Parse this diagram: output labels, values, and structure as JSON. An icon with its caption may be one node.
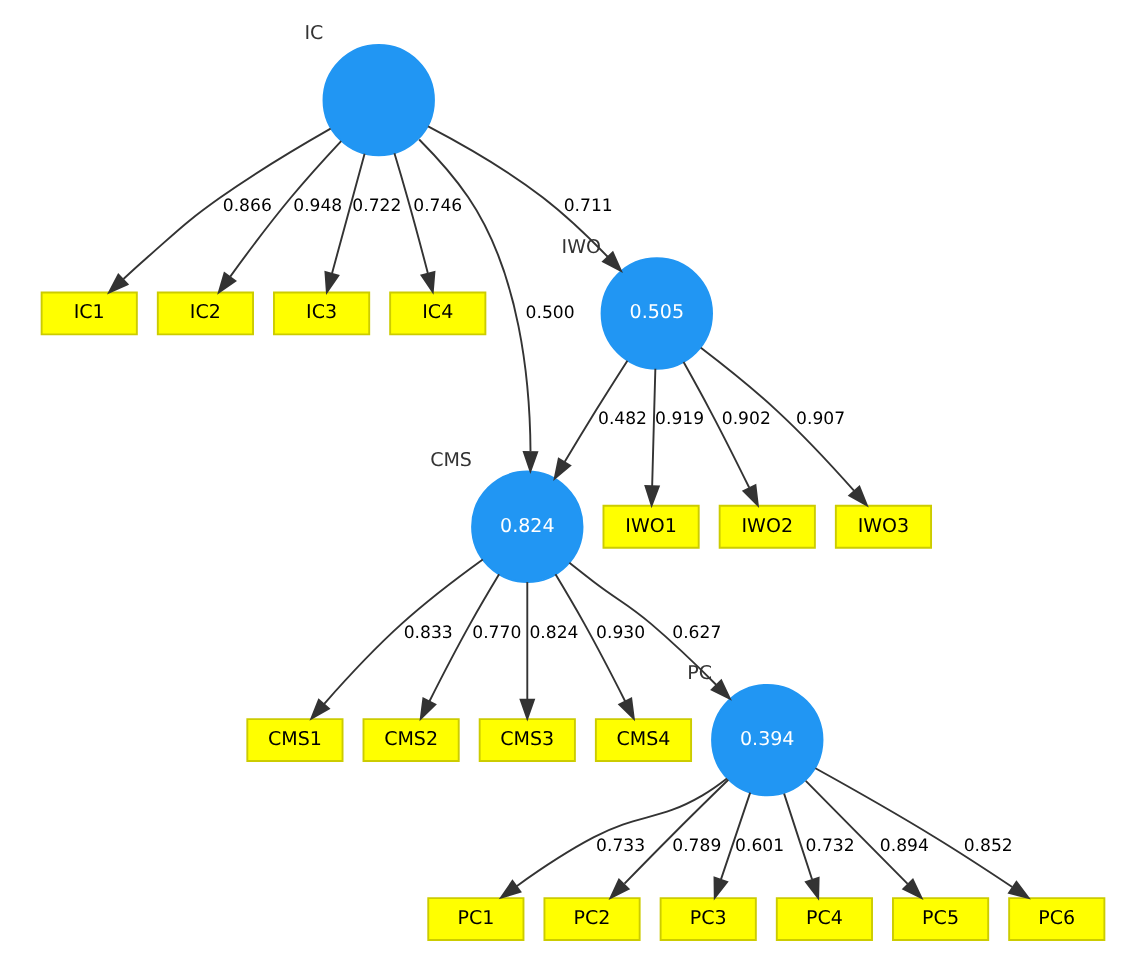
{
  "diagram": {
    "nodes": [
      {
        "text": [
          "CMS1"
        ]
      },
      {
        "text": [
          "CMS2"
        ]
      },
      {
        "text": [
          "CMS3"
        ]
      },
      {
        "text": [
          "CMS4"
        ]
      },
      {
        "text": [
          "IC1"
        ]
      },
      {
        "text": [
          "IC2"
        ]
      },
      {
        "text": [
          "IC3"
        ]
      },
      {
        "text": [
          "IC4"
        ]
      },
      {
        "text": [],
        "shape": "circle",
        "beside": [
          "IC"
        ]
      },
      {
        "text": [
          "0.824"
        ],
        "beside": [
          "CMS"
        ]
      },
      {
        "text": [
          "PC1"
        ]
      },
      {
        "text": [
          "PC2"
        ]
      },
      {
        "text": [
          "PC3"
        ]
      },
      {
        "text": [
          "PC4"
        ]
      },
      {
        "text": [
          "PC5"
        ]
      },
      {
        "text": [
          "PC6"
        ]
      },
      {
        "text": [
          "IWO1"
        ]
      },
      {
        "text": [
          "IWO2"
        ]
      },
      {
        "text": [
          "IWO3"
        ]
      },
      {
        "text": [
          "0.505"
        ],
        "beside": [
          "IWO"
        ]
      },
      {
        "text": [
          "0.394"
        ],
        "beside": [
          "PC"
        ]
      }
    ],
    "edges": [
      {
        "from": 8,
        "to": 4,
        "arrow": "to",
        "label": "0.866"
      },
      {
        "from": 8,
        "to": 5,
        "arrow": "to",
        "label": "0.948"
      },
      {
        "from": 8,
        "to": 6,
        "arrow": "to",
        "label": "0.722"
      },
      {
        "from": 8,
        "to": 7,
        "arrow": "to",
        "label": "0.746"
      },
      {
        "from": 8,
        "to": 9,
        "arrow": "to",
        "label": "0.500"
      },
      {
        "from": 8,
        "to": 19,
        "arrow": "to",
        "label": "0.711"
      },
      {
        "from": 19,
        "to": 9,
        "arrow": "to",
        "label": "0.482"
      },
      {
        "from": 9,
        "to": 0,
        "arrow": "to",
        "label": "0.833"
      },
      {
        "from": 9,
        "to": 1,
        "arrow": "to",
        "label": "0.770"
      },
      {
        "from": 9,
        "to": 2,
        "arrow": "to",
        "label": "0.824"
      },
      {
        "from": 9,
        "to": 3,
        "arrow": "to",
        "label": "0.930"
      },
      {
        "from": 9,
        "to": 20,
        "arrow": "to",
        "label": "0.627"
      },
      {
        "from": 20,
        "to": 10,
        "arrow": "to",
        "label": "0.733"
      },
      {
        "from": 20,
        "to": 11,
        "arrow": "to",
        "label": "0.789"
      },
      {
        "from": 20,
        "to": 12,
        "arrow": "to",
        "label": "0.601"
      },
      {
        "from": 20,
        "to": 13,
        "arrow": "to",
        "label": "0.732"
      },
      {
        "from": 20,
        "to": 14,
        "arrow": "to",
        "label": "0.894"
      },
      {
        "from": 20,
        "to": 15,
        "arrow": "to",
        "label": "0.852"
      },
      {
        "from": 19,
        "to": 16,
        "arrow": "to",
        "label": "0.919"
      },
      {
        "from": 19,
        "to": 17,
        "arrow": "to",
        "label": "0.902"
      },
      {
        "from": 19,
        "to": 18,
        "arrow": "to",
        "label": "0.907"
      }
    ]
  }
}
